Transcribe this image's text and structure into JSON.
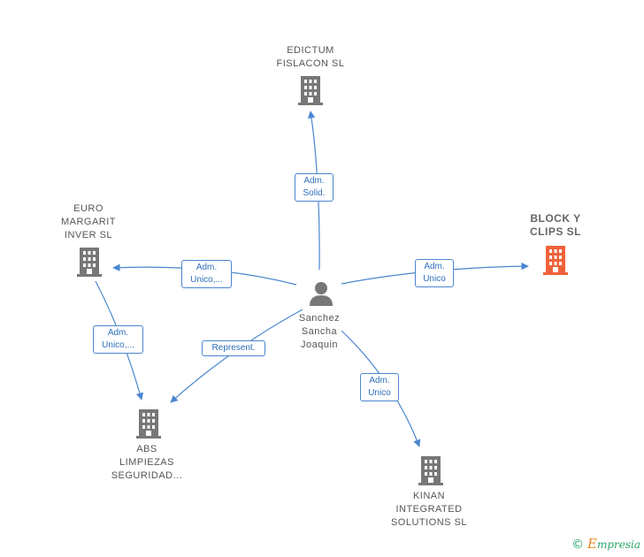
{
  "colors": {
    "edge": "#4a86cf",
    "building": "#777777",
    "highlight": "#f0623a",
    "person": "#777777"
  },
  "nodes": {
    "edictum": {
      "label": "EDICTUM\nFISLACON  SL",
      "icon": "building-icon"
    },
    "euro": {
      "label": "EURO\nMARGARIT\nINVER SL",
      "icon": "building-icon"
    },
    "block": {
      "label": "BLOCK Y\nCLIPS  SL",
      "icon": "building-icon",
      "highlighted": true
    },
    "person": {
      "label": "Sanchez\nSancha\nJoaquin",
      "icon": "person-icon"
    },
    "abs": {
      "label": "ABS\nLIMPIEZAS\nSEGURIDAD...",
      "icon": "building-icon"
    },
    "kinan": {
      "label": "KINAN\nINTEGRATED\nSOLUTIONS  SL",
      "icon": "building-icon"
    }
  },
  "edges": {
    "to_edictum": "Adm.\nSolid.",
    "to_euro": "Adm.\nUnico,...",
    "to_block": "Adm.\nUnico",
    "euro_to_abs": "Adm.\nUnico,...",
    "to_abs": "Represent.",
    "to_kinan": "Adm.\nUnico"
  },
  "brand": {
    "copyright": "©",
    "initial": "E",
    "name": "mpresia"
  }
}
